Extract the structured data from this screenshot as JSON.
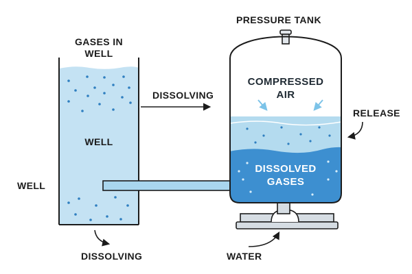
{
  "labels": {
    "pressure_tank": "PRESSURE TANK",
    "gases_in_well_line1": "GASES IN",
    "gases_in_well_line2": "WELL",
    "dissolving_arrow": "DISSOLVING",
    "well_inside": "WELL",
    "well_side": "WELL",
    "dissolving_bottom": "DISSOLVING",
    "compressed_line1": "COMPRESSED",
    "compressed_line2": "AIR",
    "release": "RELEASE",
    "dissolved_line1": "DISSOLVED",
    "dissolved_line2": "GASES",
    "water": "WATER"
  },
  "colors": {
    "outline": "#1b1b1b",
    "well_water": "#c4e2f3",
    "bubble": "#2f7fc0",
    "tank_light_water": "#b4dbef",
    "tank_dark_water": "#3d8fd0",
    "pipe": "#a9d6ee",
    "stand": "#d6dde3"
  }
}
